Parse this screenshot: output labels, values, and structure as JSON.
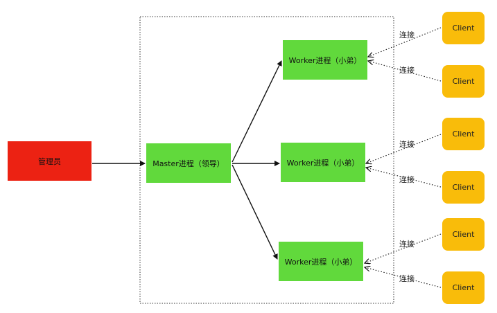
{
  "admin": {
    "label": "管理员"
  },
  "master": {
    "label": "Master进程（领导）"
  },
  "workers": [
    {
      "label": "Worker进程（小弟）"
    },
    {
      "label": "Worker进程（小弟）"
    },
    {
      "label": "Worker进程（小弟）"
    }
  ],
  "clients": [
    {
      "label": "Client"
    },
    {
      "label": "Client"
    },
    {
      "label": "Client"
    },
    {
      "label": "Client"
    },
    {
      "label": "Client"
    },
    {
      "label": "Client"
    }
  ],
  "connections": [
    {
      "label": "连接"
    },
    {
      "label": "连接"
    },
    {
      "label": "连接"
    },
    {
      "label": "连接"
    },
    {
      "label": "连接"
    },
    {
      "label": "连接"
    }
  ],
  "colors": {
    "admin": "#ec2213",
    "process": "#61d93c",
    "client": "#f9bc0a"
  }
}
